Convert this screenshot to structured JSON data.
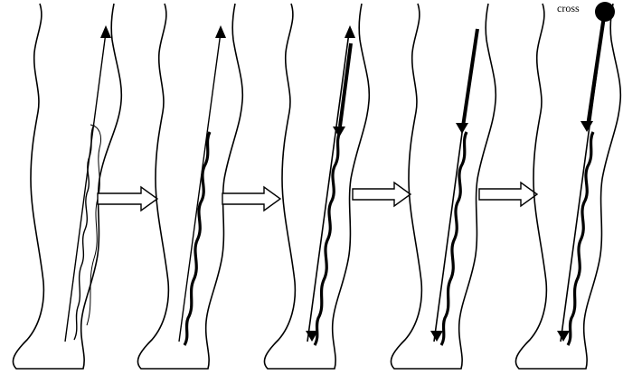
{
  "diagram": {
    "cross_label": "cross",
    "colors": {
      "ink": "#000000",
      "paper": "#ffffff"
    },
    "panels": [
      {
        "stage": 1,
        "marks": [
          "leg-outline",
          "straight-arrow",
          "thin-wavy-vein"
        ]
      },
      {
        "stage": 2,
        "marks": [
          "leg-outline",
          "straight-arrow",
          "thick-wavy-vein"
        ]
      },
      {
        "stage": 3,
        "marks": [
          "leg-outline",
          "thick-arrow",
          "thick-wavy-vein",
          "upper-arrowhead",
          "lower-arrowhead"
        ]
      },
      {
        "stage": 4,
        "marks": [
          "leg-outline",
          "thick-arrow",
          "thick-wavy-vein",
          "upper-arrowhead",
          "lower-arrowhead"
        ]
      },
      {
        "stage": 5,
        "marks": [
          "leg-outline",
          "thick-arrow",
          "thick-wavy-vein",
          "upper-arrowhead",
          "lower-arrowhead",
          "cross-marker"
        ]
      }
    ],
    "transition_arrows": 4
  }
}
